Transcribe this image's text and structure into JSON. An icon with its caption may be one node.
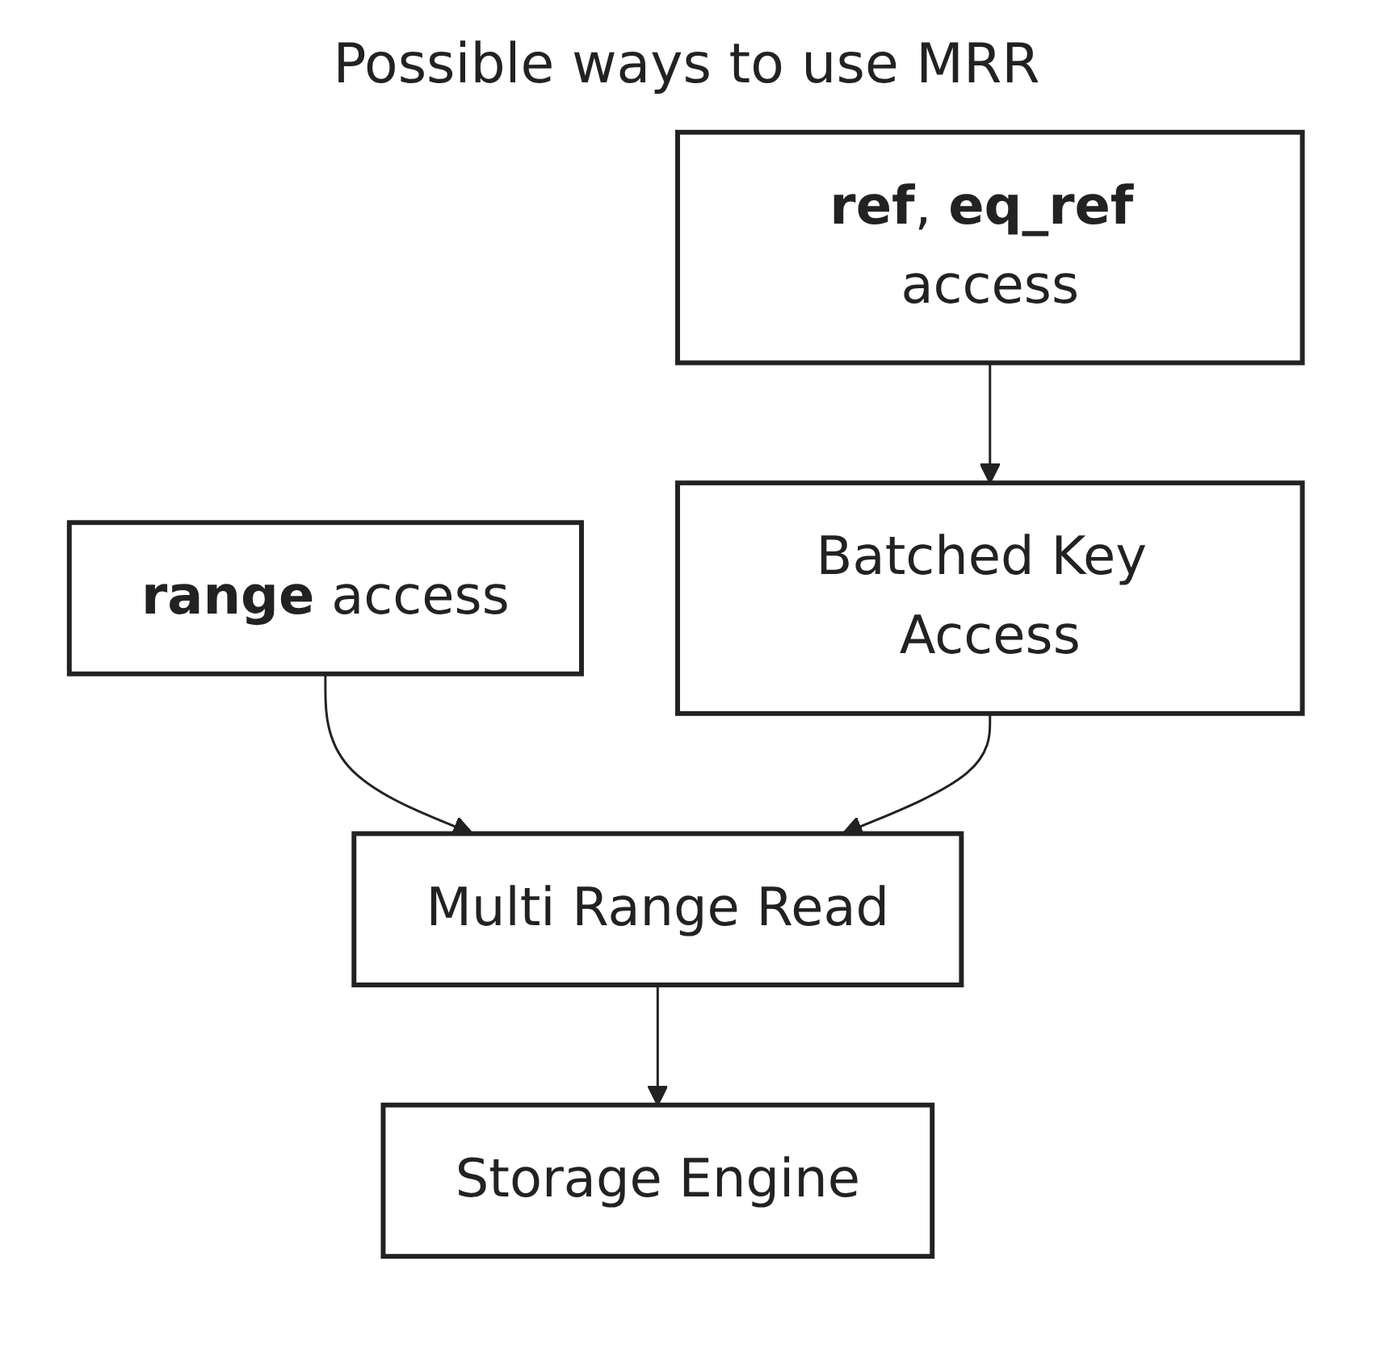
{
  "diagram": {
    "title": "Possible ways to use MRR",
    "nodes": [
      {
        "text": [
          "**ref**, **eq_ref** access"
        ]
      },
      {
        "text": [
          "**range** access"
        ]
      },
      {
        "text": [
          "Batched Key Access"
        ]
      },
      {
        "text": [
          "Multi Range Read"
        ]
      },
      {
        "text": [
          "Storage Engine"
        ]
      }
    ],
    "edges": [
      {
        "from": 0,
        "to": 2,
        "arrow": "to"
      },
      {
        "from": 1,
        "to": 3,
        "arrow": "to"
      },
      {
        "from": 2,
        "to": 3,
        "arrow": "to"
      },
      {
        "from": 3,
        "to": 4,
        "arrow": "to"
      }
    ]
  }
}
